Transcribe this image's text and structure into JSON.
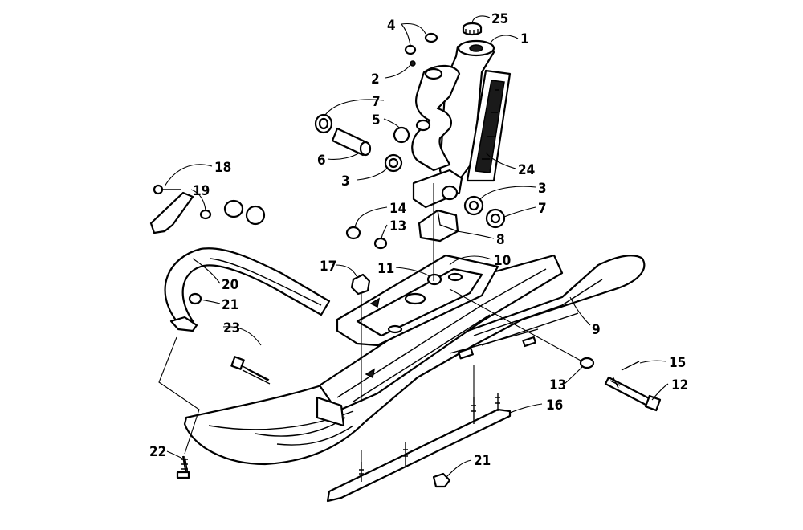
{
  "diagram": {
    "colors": {
      "line": "#000000",
      "background": "#ffffff",
      "shade": "#d8d8d8"
    },
    "callouts": [
      {
        "id": "c25",
        "label": "25"
      },
      {
        "id": "c1",
        "label": "1"
      },
      {
        "id": "c4",
        "label": "4"
      },
      {
        "id": "c2",
        "label": "2"
      },
      {
        "id": "c7a",
        "label": "7"
      },
      {
        "id": "c5",
        "label": "5"
      },
      {
        "id": "c6",
        "label": "6"
      },
      {
        "id": "c3a",
        "label": "3"
      },
      {
        "id": "c24",
        "label": "24"
      },
      {
        "id": "c3b",
        "label": "3"
      },
      {
        "id": "c7b",
        "label": "7"
      },
      {
        "id": "c18",
        "label": "18"
      },
      {
        "id": "c19",
        "label": "19"
      },
      {
        "id": "c14",
        "label": "14"
      },
      {
        "id": "c13a",
        "label": "13"
      },
      {
        "id": "c8",
        "label": "8"
      },
      {
        "id": "c10",
        "label": "10"
      },
      {
        "id": "c17",
        "label": "17"
      },
      {
        "id": "c11",
        "label": "11"
      },
      {
        "id": "c20",
        "label": "20"
      },
      {
        "id": "c21a",
        "label": "21"
      },
      {
        "id": "c23",
        "label": "23"
      },
      {
        "id": "c9",
        "label": "9"
      },
      {
        "id": "c15",
        "label": "15"
      },
      {
        "id": "c13b",
        "label": "13"
      },
      {
        "id": "c12",
        "label": "12"
      },
      {
        "id": "c16",
        "label": "16"
      },
      {
        "id": "c22",
        "label": "22"
      },
      {
        "id": "c21b",
        "label": "21"
      }
    ]
  }
}
